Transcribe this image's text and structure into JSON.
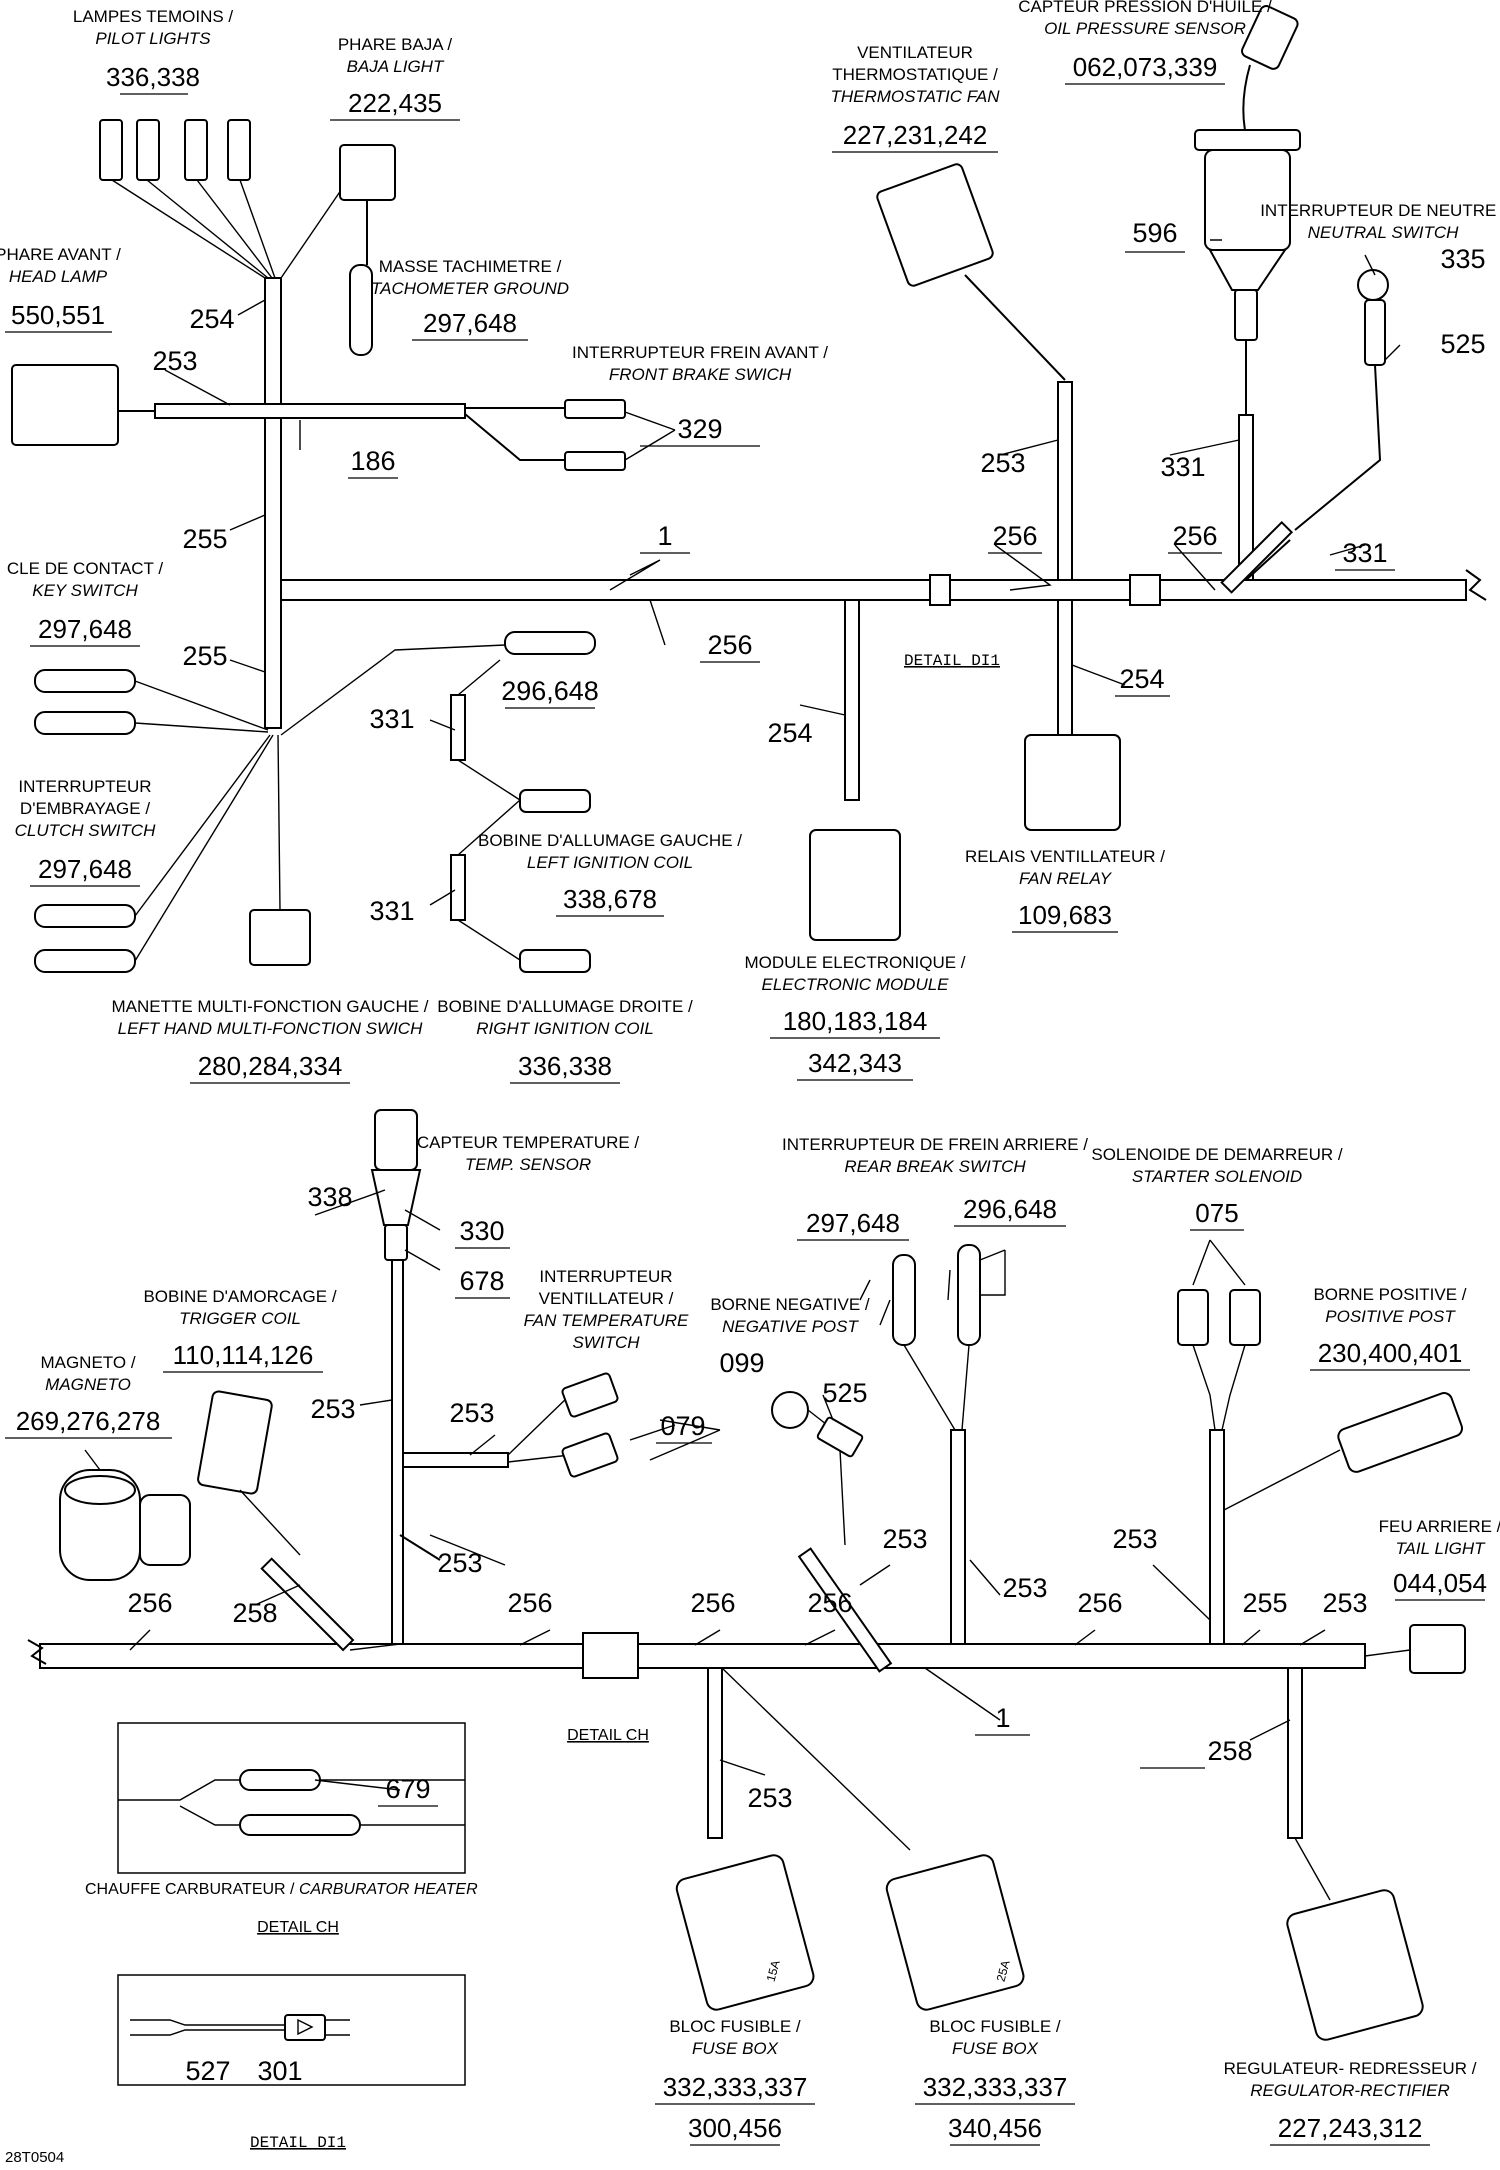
{
  "labels": {
    "pilot_fr": "LAMPES TEMOINS /",
    "pilot_en": "PILOT LIGHTS",
    "pilot_pn": "336,338",
    "baja_fr": "PHARE BAJA /",
    "baja_en": "BAJA LIGHT",
    "baja_pn": "222,435",
    "head_fr": "PHARE AVANT /",
    "head_en": "HEAD LAMP",
    "head_pn": "550,551",
    "tach_fr": "MASSE TACHIMETRE /",
    "tach_en": "TACHOMETER GROUND",
    "tach_pn": "297,648",
    "fbrake_fr": "INTERRUPTEUR FREIN AVANT /",
    "fbrake_en": "FRONT BRAKE SWICH",
    "fan_fr1": "VENTILATEUR",
    "fan_fr2": "THERMOSTATIQUE /",
    "fan_en": "THERMOSTATIC FAN",
    "fan_pn": "227,231,242",
    "oil_fr": "CAPTEUR PRESSION D'HUILE /",
    "oil_en": "OIL PRESSURE SENSOR",
    "oil_pn": "062,073,339",
    "neutral_fr": "INTERRUPTEUR DE NEUTRE /",
    "neutral_en": "NEUTRAL SWITCH",
    "key_fr": "CLE DE CONTACT /",
    "key_en": "KEY SWITCH",
    "key_pn": "297,648",
    "clutch_fr1": "INTERRUPTEUR",
    "clutch_fr2": "D'EMBRAYAGE /",
    "clutch_en": "CLUTCH SWITCH",
    "clutch_pn": "297,648",
    "ign_l_fr": "BOBINE D'ALLUMAGE GAUCHE /",
    "ign_l_en": "LEFT IGNITION COIL",
    "ign_l_pn": "338,678",
    "ign_r_fr": "BOBINE D'ALLUMAGE DROITE /",
    "ign_r_en": "RIGHT IGNITION COIL",
    "ign_r_pn": "336,338",
    "lhmf_fr": "MANETTE MULTI-FONCTION GAUCHE /",
    "lhmf_en": "LEFT HAND MULTI-FONCTION SWICH",
    "lhmf_pn": "280,284,334",
    "ecm_fr": "MODULE ELECTRONIQUE /",
    "ecm_en": "ELECTRONIC MODULE",
    "ecm_pn1": "180,183,184",
    "ecm_pn2": "342,343",
    "relay_fr": "RELAIS VENTILLATEUR /",
    "relay_en": "FAN RELAY",
    "relay_pn": "109,683",
    "temp_fr": "CAPTEUR TEMPERATURE /",
    "temp_en": "TEMP. SENSOR",
    "rbrake_fr": "INTERRUPTEUR DE FREIN ARRIERE /",
    "rbrake_en": "REAR BREAK SWITCH",
    "rbrake_pn1": "297,648",
    "rbrake_pn2": "296,648",
    "starter_fr": "SOLENOIDE DE DEMARREUR /",
    "starter_en": "STARTER SOLENOID",
    "starter_pn": "075",
    "trigger_fr": "BOBINE D'AMORCAGE /",
    "trigger_en": "TRIGGER COIL",
    "trigger_pn": "110,114,126",
    "magneto_fr": "MAGNETO /",
    "magneto_en": "MAGNETO",
    "magneto_pn": "269,276,278",
    "fantemp_fr1": "INTERRUPTEUR",
    "fantemp_fr2": "VENTILLATEUR /",
    "fantemp_en1": "FAN TEMPERATURE",
    "fantemp_en2": "SWITCH",
    "negpost_fr": "BORNE NEGATIVE /",
    "negpost_en": "NEGATIVE POST",
    "pospost_fr": "BORNE POSITIVE /",
    "pospost_en": "POSITIVE POST",
    "pospost_pn": "230,400,401",
    "tail_fr": "FEU ARRIERE /",
    "tail_en": "TAIL LIGHT",
    "tail_pn": "044,054",
    "fuse1_fr": "BLOC FUSIBLE /",
    "fuse1_en": "FUSE BOX",
    "fuse1_pn1": "332,333,337",
    "fuse1_pn2": "300,456",
    "fuse2_fr": "BLOC FUSIBLE /",
    "fuse2_en": "FUSE BOX",
    "fuse2_pn1": "332,333,337",
    "fuse2_pn2": "340,456",
    "reg_fr": "REGULATEUR- REDRESSEUR /",
    "reg_en": "REGULATOR-RECTIFIER",
    "reg_pn": "227,243,312",
    "carb_fr": "CHAUFFE CARBURATEUR / ",
    "carb_en": "CARBURATOR HEATER",
    "detail_ch": "DETAIL CH",
    "detail_di1": "DETAIL DI1",
    "fuse_15": "15A",
    "fuse_25": "25A",
    "drawing_no": "28T0504"
  },
  "callouts": {
    "c254a": "254",
    "c253a": "253",
    "c186": "186",
    "c329": "329",
    "c255a": "255",
    "c1a": "1",
    "c256a": "256",
    "c256b": "256",
    "c256c": "256",
    "c255b": "255",
    "c331a": "331",
    "c296_648": "296,648",
    "c331b": "331",
    "c254b": "254",
    "c254c": "254",
    "c253b": "253",
    "c596": "596",
    "c335": "335",
    "c525a": "525",
    "c331c": "331",
    "c331d": "331",
    "c338": "338",
    "c330": "330",
    "c678": "678",
    "c253c": "253",
    "c253d": "253",
    "c079": "079",
    "c253e": "253",
    "c099": "099",
    "c525b": "525",
    "c253f": "253",
    "c253g": "253",
    "c253h": "253",
    "c256d": "256",
    "c258a": "258",
    "c256e": "256",
    "c256f": "256",
    "c256g": "256",
    "c256h": "256",
    "c255c": "255",
    "c253i": "253",
    "c1b": "1",
    "c258b": "258",
    "c253j": "253",
    "c679": "679",
    "c527": "527",
    "c301": "301"
  }
}
